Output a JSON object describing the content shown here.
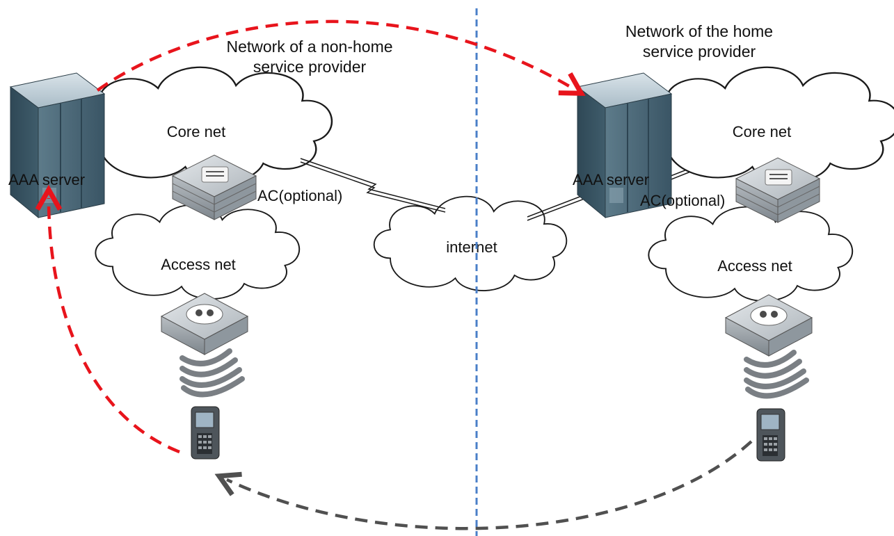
{
  "left_network": {
    "title_line1": "Network of a non-home",
    "title_line2": "service provider",
    "aaa_label": "AAA server",
    "core_label": "Core net",
    "ac_label": "AC(optional)",
    "access_label": "Access net"
  },
  "right_network": {
    "title_line1": "Network of the home",
    "title_line2": "service provider",
    "aaa_label": "AAA server",
    "core_label": "Core net",
    "ac_label": "AC(optional)",
    "access_label": "Access net"
  },
  "internet_label": "internet",
  "colors": {
    "red_path": "#e8141c",
    "gray_path": "#505050",
    "divider": "#4a7fc8",
    "cloud_stroke": "#1a1a1a",
    "server_dark": "#3d5a6a",
    "server_light": "#b8cad4",
    "device_gray": "#9aa2a8"
  }
}
